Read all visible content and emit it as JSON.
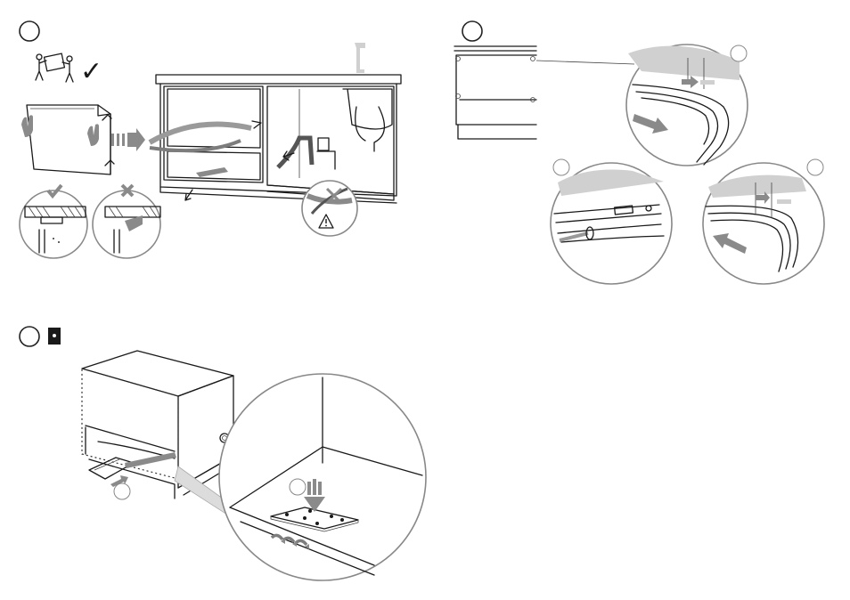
{
  "steps": [
    {
      "id": "step-1",
      "label": ""
    },
    {
      "id": "step-2",
      "label": ""
    },
    {
      "id": "step-3",
      "label": ""
    }
  ],
  "icons": {
    "check": "check-icon",
    "cross": "cross-icon",
    "warning": "warning-icon",
    "checkmark_glyph": "✓"
  },
  "colors": {
    "line": "#1a1a1a",
    "arrow_grey": "#8a8a8a",
    "circle_outline": "#888888"
  }
}
